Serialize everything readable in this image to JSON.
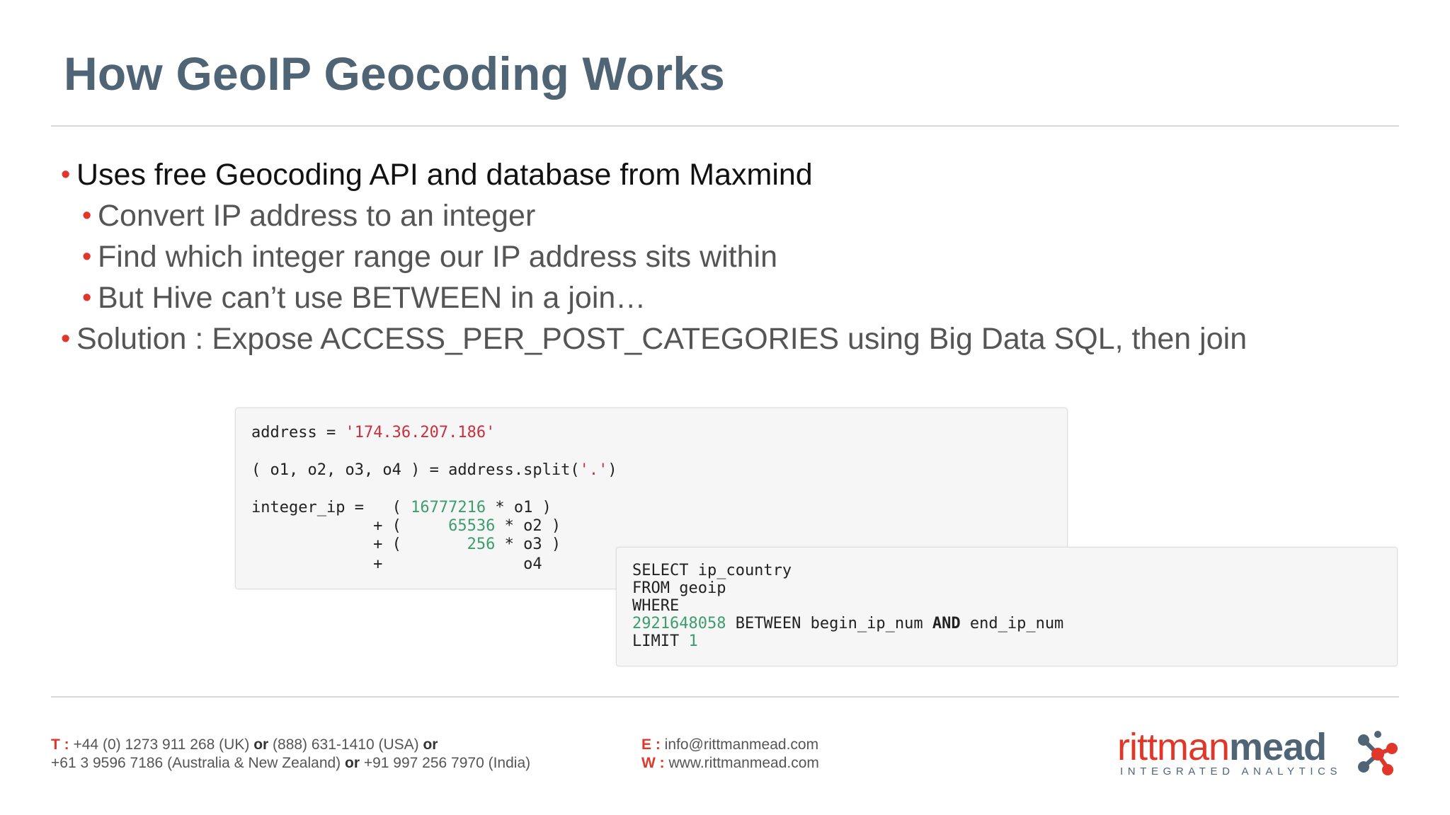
{
  "slide": {
    "title": "How GeoIP Geocoding Works",
    "bullets": [
      {
        "level": 1,
        "text": "Uses free Geocoding API and database from Maxmind"
      },
      {
        "level": 2,
        "text": "Convert IP address to an integer"
      },
      {
        "level": 2,
        "text": "Find which integer range our IP address sits within"
      },
      {
        "level": 2,
        "text": "But Hive can’t use BETWEEN in a join…"
      },
      {
        "level": 1,
        "text": "Solution : Expose ACCESS_PER_POST_CATEGORIES using Big Data SQL, then join"
      }
    ],
    "bullet_symbol": "•"
  },
  "code_python": {
    "line1_prefix": "address = ",
    "line1_string": "'174.36.207.186'",
    "line2_prefix": "( o1, o2, o3, o4 ) = address.split(",
    "line2_string": "'.'",
    "line2_suffix": ")",
    "line3_prefix": "integer_ip =   ( ",
    "line3_num": "16777216",
    "line3_suffix": " * o1 )",
    "line4_prefix": "             + (     ",
    "line4_num": "65536",
    "line4_suffix": " * o2 )",
    "line5_prefix": "             + (       ",
    "line5_num": "256",
    "line5_suffix": " * o3 )",
    "line6": "             +               o4"
  },
  "code_sql": {
    "line1": "SELECT ip_country",
    "line2": "FROM geoip",
    "line3": "WHERE",
    "line4_num": "2921648058",
    "line4_mid": " BETWEEN begin_ip_num ",
    "line4_kw": "AND",
    "line4_end": " end_ip_num",
    "line5_prefix": "LIMIT ",
    "line5_num": "1"
  },
  "footer": {
    "phone_label": "T :",
    "phone_uk": " +44 (0) 1273 911 268 (UK) ",
    "or": "or",
    "phone_usa": " (888) 631-1410 (USA) ",
    "phone_au": "+61 3 9596 7186 (Australia & New Zealand) ",
    "phone_in": " +91 997 256 7970 (India)",
    "email_label": "E :",
    "email": " info@rittmanmead.com",
    "web_label": "W :",
    "web": " www.rittmanmead.com"
  },
  "logo": {
    "part1": "rittman",
    "part2": "mead",
    "tagline": "INTEGRATED ANALYTICS"
  },
  "colors": {
    "title": "#4f6475",
    "accent": "#e1362a",
    "code_string": "#c9303e",
    "code_number": "#3c9d6e"
  }
}
